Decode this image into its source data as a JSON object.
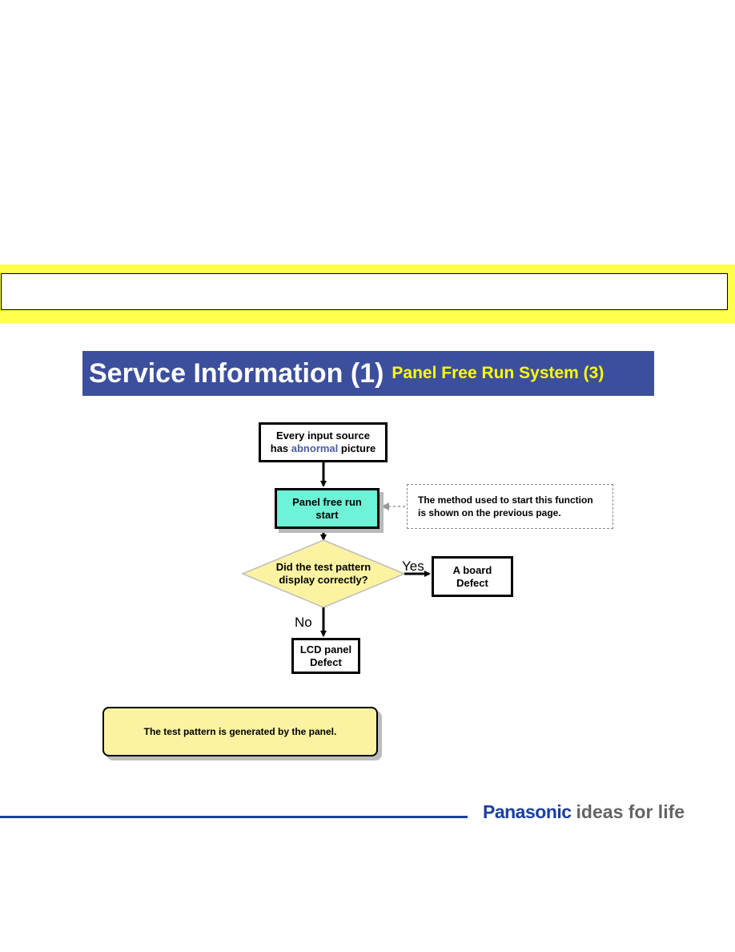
{
  "title": {
    "main": "Service Information (1)",
    "sub": "Panel Free Run System (3)"
  },
  "flowchart": {
    "start": {
      "line1": "Every input source",
      "line2_pre": "has ",
      "line2_highlight": "abnormal",
      "line2_post": " picture"
    },
    "panel_start": {
      "line1": "Panel free run",
      "line2": "start"
    },
    "note": {
      "line1": "The method used to start this function",
      "line2": "is shown on the previous page."
    },
    "decision": {
      "line1": "Did the test pattern",
      "line2": "display correctly?"
    },
    "yes_label": "Yes",
    "no_label": "No",
    "yes_result": {
      "line1": "A board",
      "line2": "Defect"
    },
    "no_result": {
      "line1": "LCD panel",
      "line2": "Defect"
    }
  },
  "bottom_note": "The test pattern is generated by the panel.",
  "footer": {
    "brand": "Panasonic",
    "tagline": "ideas for life"
  },
  "colors": {
    "banner": "#3c4f9d",
    "banner_subtitle": "#ffff00",
    "band": "#ffff4d",
    "panel_box": "#6ef2d8",
    "decision": "#fbf3a2",
    "note_bg": "#fbf3a2",
    "brand": "#1b3fa0"
  }
}
